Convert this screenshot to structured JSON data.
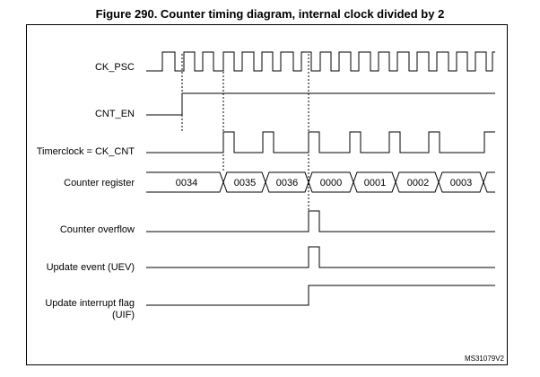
{
  "figure": {
    "title": "Figure 290. Counter timing diagram, internal clock divided by 2",
    "reference_id": "MS31079V2"
  },
  "signals": {
    "ck_psc": "CK_PSC",
    "cnt_en": "CNT_EN",
    "timer_clock": "Timerclock = CK_CNT",
    "counter_register": "Counter register",
    "counter_overflow": "Counter overflow",
    "update_event": "Update event (UEV)",
    "update_interrupt_flag_line1": "Update interrupt flag",
    "update_interrupt_flag_line2": "(UIF)"
  },
  "counter_values": [
    "0034",
    "0035",
    "0036",
    "0000",
    "0001",
    "0002",
    "0003"
  ]
}
